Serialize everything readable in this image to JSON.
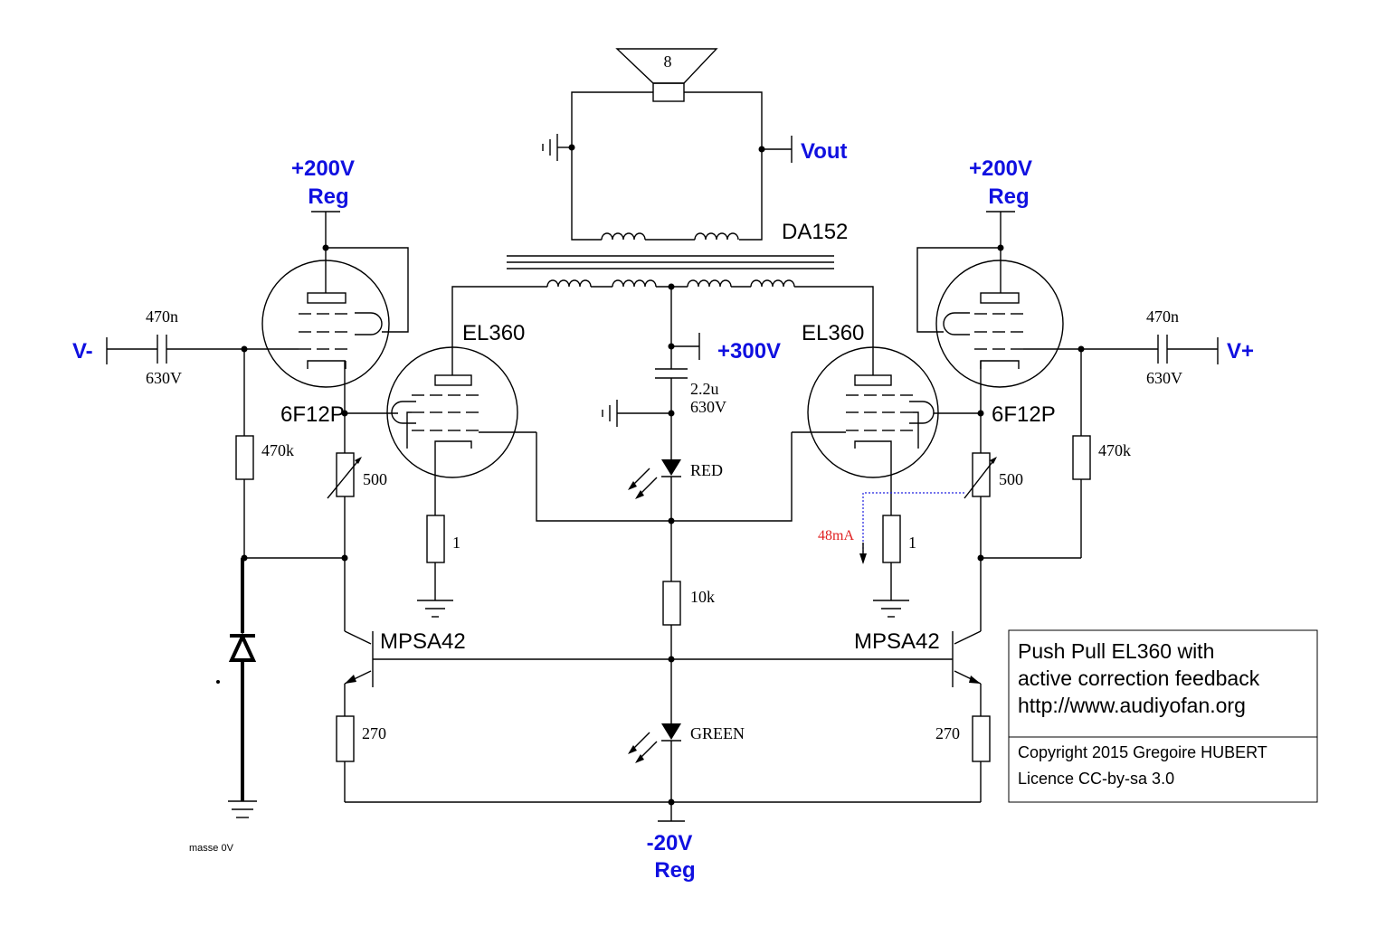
{
  "speaker": {
    "impedance": "8"
  },
  "output_label": "Vout",
  "transformer": {
    "name": "DA152"
  },
  "supplies": {
    "plus200_left": {
      "voltage": "+200V",
      "note": "Reg"
    },
    "plus200_right": {
      "voltage": "+200V",
      "note": "Reg"
    },
    "plus300": "+300V",
    "minus20": {
      "voltage": "-20V",
      "note": "Reg"
    }
  },
  "inputs": {
    "left": "V-",
    "right": "V+"
  },
  "tubes": {
    "driver_left": "6F12P",
    "driver_right": "6F12P",
    "power_left": "EL360",
    "power_right": "EL360"
  },
  "transistors": {
    "left": "MPSA42",
    "right": "MPSA42"
  },
  "components": {
    "cap_left_value": "470n",
    "cap_left_voltage": "630V",
    "cap_right_value": "470n",
    "cap_right_voltage": "630V",
    "cap_center_value": "2.2u",
    "cap_center_voltage": "630V",
    "res_grid_left": "470k",
    "res_grid_right": "470k",
    "pot_left": "500",
    "pot_right": "500",
    "res_cathode_left": "1",
    "res_cathode_right": "1",
    "res_center": "10k",
    "res_emitter_left": "270",
    "res_emitter_right": "270",
    "led_red": "RED",
    "led_green": "GREEN"
  },
  "annotations": {
    "current": "48mA",
    "ground": "masse 0V"
  },
  "info_box": {
    "title_line1": "Push Pull EL360 with",
    "title_line2": "active correction feedback",
    "url": "http://www.audiyofan.org",
    "copyright": "Copyright 2015 Gregoire HUBERT",
    "licence": "Licence CC-by-sa 3.0"
  },
  "colors": {
    "supply_label": "#1010e0",
    "annotation": "#e02020",
    "ink": "#000000"
  }
}
